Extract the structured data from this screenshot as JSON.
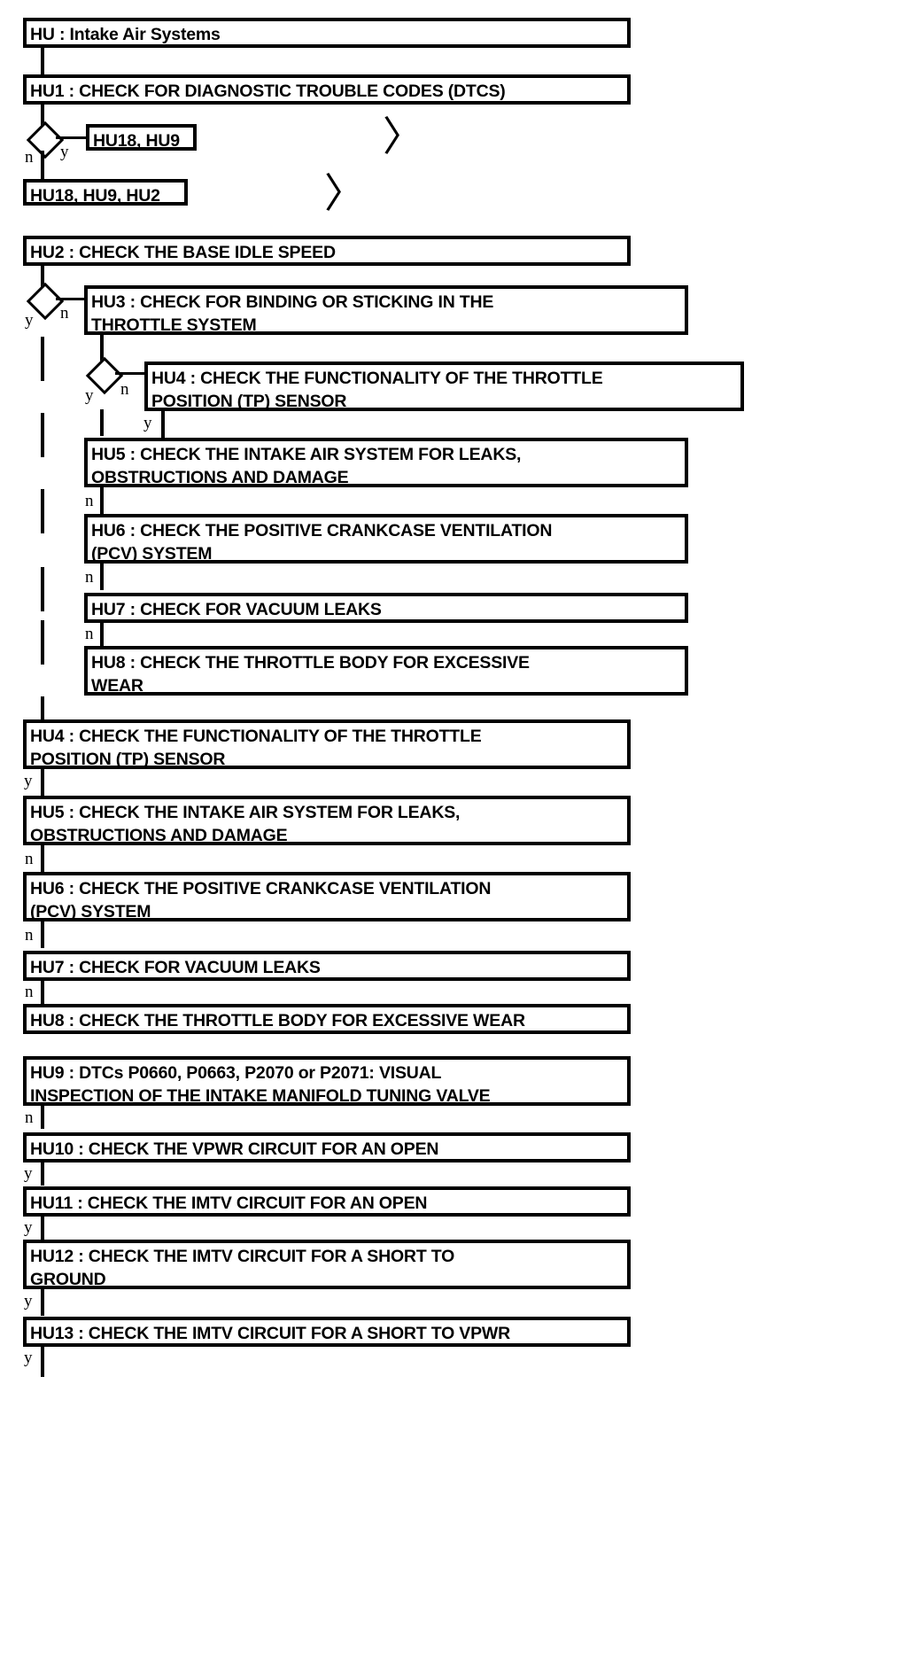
{
  "diagram": {
    "title": "HU : Intake Air Systems",
    "nodes": {
      "hu_root": "HU : Intake Air Systems",
      "hu1": "HU1 : CHECK FOR DIAGNOSTIC TROUBLE CODES (DTCS)",
      "tag_a": "HU18, HU9",
      "tag_b": "HU18, HU9, HU2",
      "hu2": "HU2 : CHECK THE BASE IDLE SPEED",
      "hu3": "HU3 : CHECK FOR BINDING OR STICKING IN THE\nTHROTTLE SYSTEM",
      "hu4_n1": "HU4 : CHECK THE FUNCTIONALITY OF THE THROTTLE\nPOSITION (TP) SENSOR",
      "hu5_n1": "HU5 : CHECK THE INTAKE AIR SYSTEM FOR LEAKS,\nOBSTRUCTIONS AND DAMAGE",
      "hu6_n1": "HU6 : CHECK THE POSITIVE CRANKCASE VENTILATION\n(PCV) SYSTEM",
      "hu7_n1": "HU7 : CHECK FOR VACUUM LEAKS",
      "hu8_n1": "HU8 : CHECK THE THROTTLE BODY FOR EXCESSIVE\nWEAR",
      "hu4_main": "HU4 : CHECK THE FUNCTIONALITY OF THE THROTTLE\nPOSITION (TP) SENSOR",
      "hu5_main": "HU5 : CHECK THE INTAKE AIR SYSTEM FOR LEAKS,\nOBSTRUCTIONS AND DAMAGE",
      "hu6_main": "HU6 : CHECK THE POSITIVE CRANKCASE VENTILATION\n(PCV) SYSTEM",
      "hu7_main": "HU7 : CHECK FOR VACUUM LEAKS",
      "hu8_main": "HU8 : CHECK THE THROTTLE BODY FOR EXCESSIVE WEAR",
      "hu9": "HU9 : DTCs P0660, P0663, P2070 or P2071: VISUAL\nINSPECTION OF THE INTAKE MANIFOLD TUNING VALVE",
      "hu10": "HU10 : CHECK THE VPWR CIRCUIT FOR AN OPEN",
      "hu11": "HU11 : CHECK THE IMTV CIRCUIT FOR AN OPEN",
      "hu12": "HU12 : CHECK THE IMTV CIRCUIT FOR A SHORT TO\nGROUND",
      "hu13": "HU13 : CHECK THE IMTV CIRCUIT FOR A SHORT TO VPWR"
    },
    "branch_labels": {
      "d1_n": "n",
      "d1_y": "y",
      "d2_y": "y",
      "d2_n": "n",
      "d3_y": "y",
      "d3_n": "n",
      "n1_hu4_y": "y",
      "n1_hu5_n": "n",
      "n1_hu6_n": "n",
      "n1_hu7_n": "n",
      "m_hu4_y": "y",
      "m_hu5_n": "n",
      "m_hu6_n": "n",
      "m_hu7_n": "n",
      "m_hu9_n": "n",
      "m_hu10_y": "y",
      "m_hu11_y": "y",
      "m_hu12_y": "y",
      "m_hu13_y": "y"
    },
    "markers": {
      "chevron_1": "〉",
      "chevron_2": "〉"
    },
    "colors": {
      "stroke": "#000000",
      "background": "#ffffff",
      "text": "#000000"
    }
  }
}
